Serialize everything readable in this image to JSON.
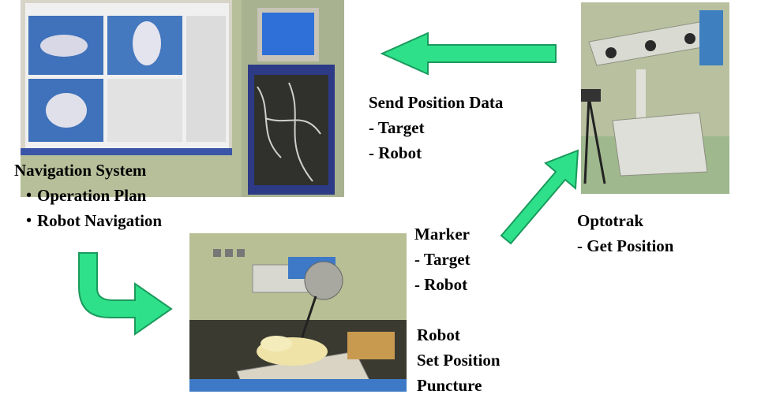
{
  "navigation": {
    "title": "Navigation System",
    "items": [
      "・Operation Plan",
      "・Robot Navigation"
    ]
  },
  "send": {
    "title": "Send Position Data",
    "items": [
      "- Target",
      "- Robot"
    ]
  },
  "marker": {
    "title": "Marker",
    "items": [
      "- Target",
      "- Robot"
    ]
  },
  "optotrak": {
    "title": "Optotrak",
    "items": [
      "- Get Position"
    ]
  },
  "robot": {
    "title": "Robot",
    "items": [
      "Set Position",
      "Puncture"
    ]
  },
  "colors": {
    "arrow_fill": "#2ee08a",
    "arrow_stroke": "#1a9a5c",
    "screen_blue": "#3a6fb8",
    "wall_green": "#c9cfa8"
  }
}
